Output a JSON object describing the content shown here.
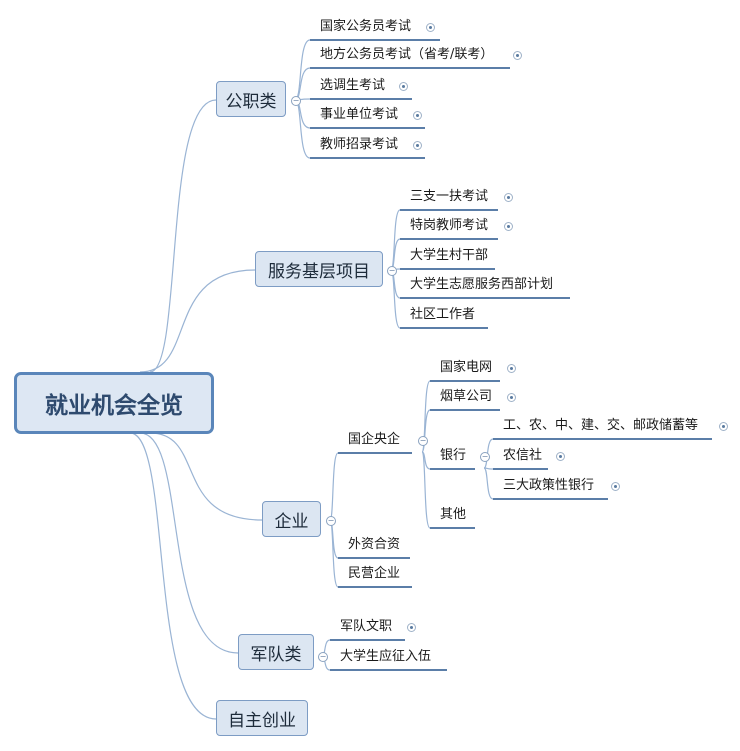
{
  "root": {
    "label": "就业机会全览"
  },
  "branches": {
    "civil": {
      "label": "公职类",
      "children": [
        "国家公务员考试",
        "地方公务员考试（省考/联考）",
        "选调生考试",
        "事业单位考试",
        "教师招录考试"
      ]
    },
    "grassroots": {
      "label": "服务基层项目",
      "children": [
        "三支一扶考试",
        "特岗教师考试",
        "大学生村干部",
        "大学生志愿服务西部计划",
        "社区工作者"
      ]
    },
    "enterprise": {
      "label": "企业",
      "soe": {
        "label": "国企央企",
        "children": [
          "国家电网",
          "烟草公司",
          "银行",
          "其他"
        ],
        "bank": {
          "children": [
            "工、农、中、建、交、邮政储蓄等",
            "农信社",
            "三大政策性银行"
          ]
        }
      },
      "others": [
        "外资合资",
        "民营企业"
      ]
    },
    "military": {
      "label": "军队类",
      "children": [
        "军队文职",
        "大学生应征入伍"
      ]
    },
    "startup": {
      "label": "自主创业"
    }
  },
  "colors": {
    "line": "#9ab4d4",
    "underline": "#5b7ea8",
    "box_fill": "#dce6f2",
    "root_border": "#5a86ba"
  }
}
